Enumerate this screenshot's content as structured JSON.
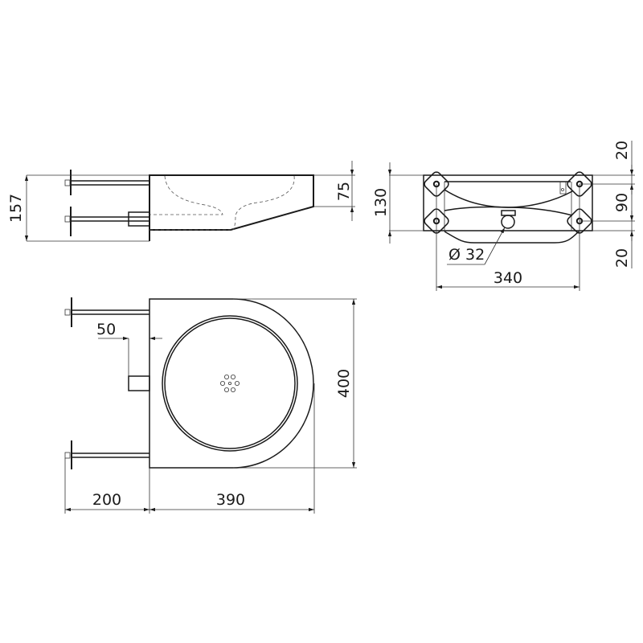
{
  "drawing": {
    "side_view": {
      "height_label": "157",
      "front_height_label": "75"
    },
    "front_view": {
      "height_label": "130",
      "top_margin_label": "20",
      "bolt_spacing_label": "90",
      "bottom_margin_label": "20",
      "drain_label": "Ø 32",
      "bolt_width_label": "340"
    },
    "top_view": {
      "pipe_offset_label": "50",
      "depth_label": "400",
      "bracket_label": "200",
      "width_label": "390"
    }
  }
}
